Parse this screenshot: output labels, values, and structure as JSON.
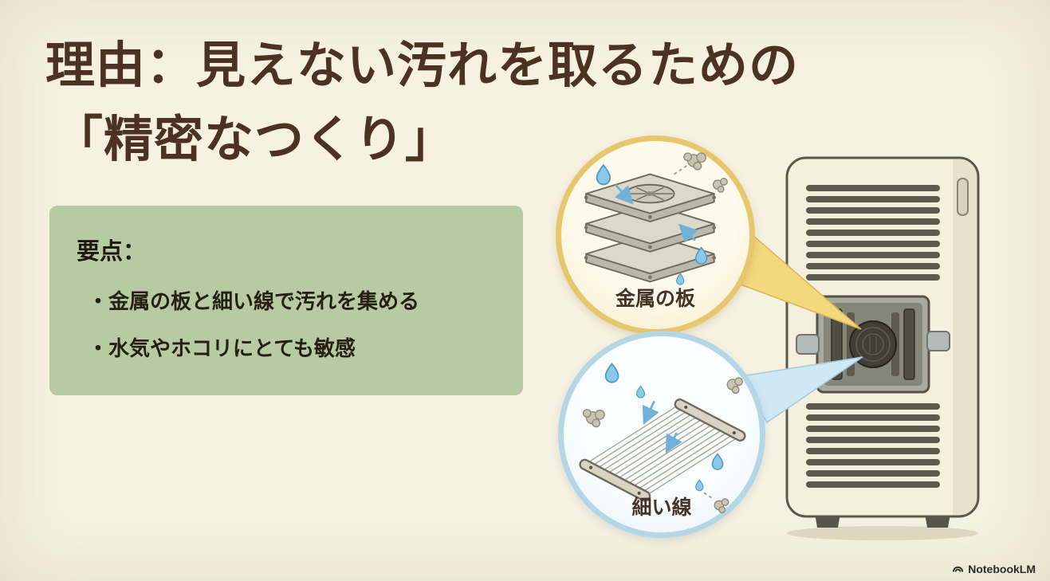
{
  "slide": {
    "title": {
      "line1": "理由：見えない汚れを取るための",
      "line2": "「精密なつくり」"
    },
    "key_points": {
      "heading": "要点：",
      "items": [
        "・金属の板と細い線で汚れを集める",
        "・水気やホコリにとても敏感"
      ]
    },
    "callouts": {
      "metal_plates": {
        "label": "金属の板"
      },
      "thin_wires": {
        "label": "細い線"
      }
    },
    "watermark": {
      "brand": "NotebookLM"
    },
    "colors": {
      "background": "#f6f1e1",
      "title_text": "#4b3223",
      "keypoints_box": "#b7cba3",
      "metal_circle_fill": "#fdf7e0",
      "metal_circle_border": "#e7c76d",
      "wire_circle_fill": "#eef6fa",
      "wire_circle_border": "#b5d6e4",
      "pointer_metal": "#f4d97c",
      "pointer_wire": "#cfe8f3",
      "droplet": "#8cc9e9",
      "dust": "#c9c4b4"
    }
  }
}
